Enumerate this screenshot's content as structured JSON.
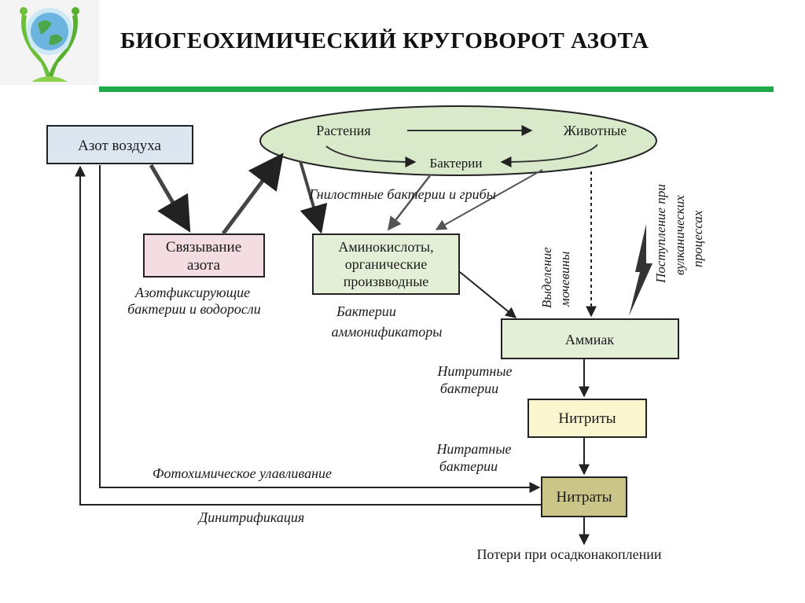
{
  "title": "БИОГЕОХИМИЧЕСКИЙ КРУГОВОРОТ АЗОТА",
  "nodes": {
    "air_nitrogen": "Азот воздуха",
    "fixation_1": "Связывание",
    "fixation_2": "азота",
    "plants": "Растения",
    "animals": "Животные",
    "bacteria": "Бактерии",
    "amino_1": "Аминокислоты,",
    "amino_2": "органические",
    "amino_3": "произвводные",
    "ammonia": "Аммиак",
    "nitrites": "Нитриты",
    "nitrates": "Нитраты",
    "losses": "Потери при осадконакоплении"
  },
  "labels": {
    "putrefactive": "Гнилостные бактерии и грибы",
    "nitrogen_fixers_1": "Азотфиксирующие",
    "nitrogen_fixers_2": "бактерии и водоросли",
    "ammonifiers_1": "Бактерии",
    "ammonifiers_2": "аммонификаторы",
    "urine_1": "Выделение",
    "urine_2": "мочевины",
    "volcanic_1": "Поступление при",
    "volcanic_2": "вулканических",
    "volcanic_3": "процессах",
    "nitrite_bacteria_1": "Нитритные",
    "nitrite_bacteria_2": "бактерии",
    "nitrate_bacteria_1": "Нитратные",
    "nitrate_bacteria_2": "бактерии",
    "photochemical": "Фотохимическое улавливание",
    "denitrification": "Динитрификация"
  },
  "colors": {
    "title_bar": "#1faa4a",
    "air_box": "#dce6f0",
    "fixation_box": "#f3dde2",
    "green_box": "#e3efd6",
    "ellipse": "#d9eacb",
    "nitrites_box": "#fbf6cf",
    "nitrates_box": "#cbc58a"
  },
  "icons": {
    "logo": "green-globe-hands-logo-icon"
  }
}
